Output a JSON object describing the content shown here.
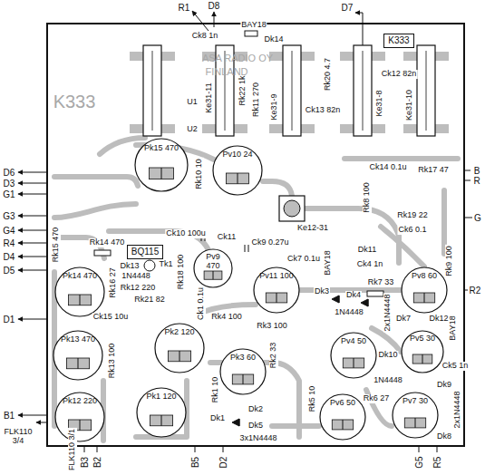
{
  "diagram": {
    "nodes": [
      {
        "text": [
          "K333"
        ]
      },
      {
        "text": [
          "Pk15 470"
        ]
      },
      {
        "text": [
          "Pv10 24"
        ]
      },
      {
        "text": [
          "BQ115"
        ]
      },
      {
        "text": [
          "Pv9 470"
        ]
      },
      {
        "text": [
          "Pv11 100"
        ]
      },
      {
        "text": [
          "Pv8 60"
        ]
      },
      {
        "text": [
          "Pk14 470"
        ]
      },
      {
        "text": [
          "Pk2 120"
        ]
      },
      {
        "text": [
          "Pv5 30"
        ]
      },
      {
        "text": [
          "Pv4 50"
        ]
      },
      {
        "text": [
          "Pk13 470"
        ]
      },
      {
        "text": [
          "Pk3 60"
        ]
      },
      {
        "text": [
          "Pk1 120"
        ]
      },
      {
        "text": [
          "Pv7 30"
        ]
      },
      {
        "text": [
          "Pk12 220"
        ]
      },
      {
        "text": [
          "Pv6 50"
        ]
      }
    ],
    "labels": [
      "R1",
      "D8",
      "D7",
      "BAY18",
      "Ck8 1n",
      "Dk14",
      "Ke31-11",
      "Rk22 1k",
      "Rk11 270",
      "Ke31-9",
      "Rk20 4.7",
      "Ck13 82n",
      "Ke31-8",
      "Ck12 82n",
      "Ke31-10",
      "ASA RADIO OY",
      "FINLAND",
      "K333",
      "U1",
      "U2",
      "D6",
      "D3",
      "G1",
      "G3",
      "G4",
      "R4",
      "D4",
      "D5",
      "D1",
      "B1",
      "FLK110 3/4",
      "B",
      "R",
      "G",
      "R2",
      "FLK110 3/1",
      "B3",
      "B2",
      "B5",
      "D2",
      "G5",
      "R5",
      "Rk15 470",
      "Rk14 470",
      "Rk10 10",
      "Ck10 100u",
      "Tk1",
      "Dk13",
      "1N4448",
      "Rk16 27",
      "Rk12 220",
      "Rk21 82",
      "Ck15 10u",
      "Rk18 100",
      "Rk13 100",
      "Ck11",
      "Ck9 0.27u",
      "Ke12-31",
      "Ck7 0.1u",
      "BAY18",
      "Rk8 100",
      "Ck14 0.1u",
      "Rk17 47",
      "Rk19 22",
      "Ck6 0.1",
      "Dk11",
      "Ck4 1n",
      "Rk9 100",
      "Rk7 33",
      "Dk3",
      "Dk4",
      "1N4448",
      "2x1N4448",
      "Dk7",
      "Dk12",
      "BAY18",
      "Ck5 1n",
      "Dk10",
      "1N4448",
      "Dk9",
      "2x1N4448",
      "Dk8",
      "Rk6 27",
      "Rk5 10",
      "Rk2 33",
      "Rk3 100",
      "Rk4 100",
      "Ck1 0.1u",
      "Rk1 10",
      "Dk1",
      "Dk2",
      "Dk5",
      "3x1N4448"
    ]
  }
}
